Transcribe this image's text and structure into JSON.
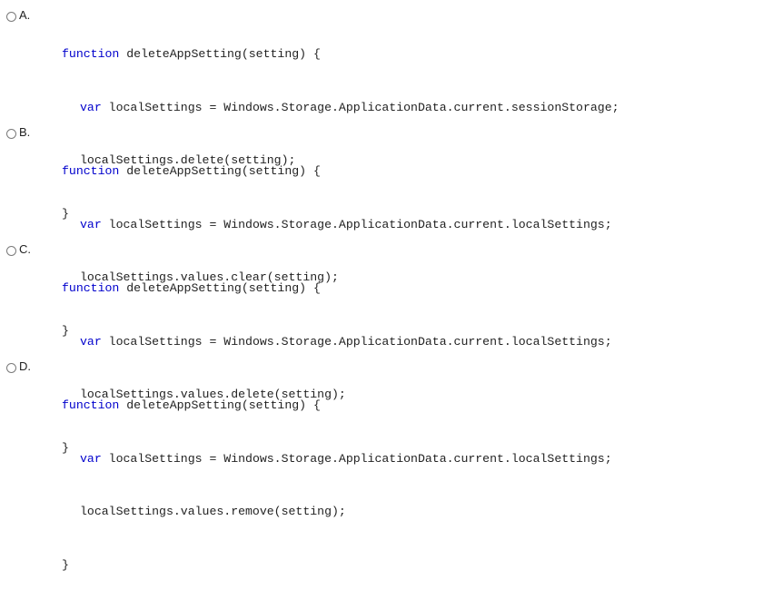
{
  "question": {
    "options": [
      {
        "letter": "A.",
        "selected": false,
        "kw_function": "function",
        "signature": " deleteAppSetting(setting) {",
        "kw_var": "var",
        "line2_rest": " localSettings = Windows.Storage.ApplicationData.current.sessionStorage;",
        "line3": "localSettings.delete(setting);",
        "line4": "}"
      },
      {
        "letter": "B.",
        "selected": false,
        "kw_function": "function",
        "signature": " deleteAppSetting(setting) {",
        "kw_var": "var",
        "line2_rest": " localSettings = Windows.Storage.ApplicationData.current.localSettings;",
        "line3": "localSettings.values.clear(setting);",
        "line4": "}"
      },
      {
        "letter": "C.",
        "selected": false,
        "kw_function": "function",
        "signature": " deleteAppSetting(setting) {",
        "kw_var": "var",
        "line2_rest": " localSettings = Windows.Storage.ApplicationData.current.localSettings;",
        "line3": "localSettings.values.delete(setting);",
        "line4": "}"
      },
      {
        "letter": "D.",
        "selected": false,
        "kw_function": "function",
        "signature": " deleteAppSetting(setting) {",
        "kw_var": "var",
        "line2_rest": " localSettings = Windows.Storage.ApplicationData.current.localSettings;",
        "line3": "localSettings.values.remove(setting);",
        "line4": "}"
      }
    ]
  },
  "colors": {
    "keyword": "#0000cc",
    "text": "#222222",
    "radio_border": "#7a7a7a"
  }
}
